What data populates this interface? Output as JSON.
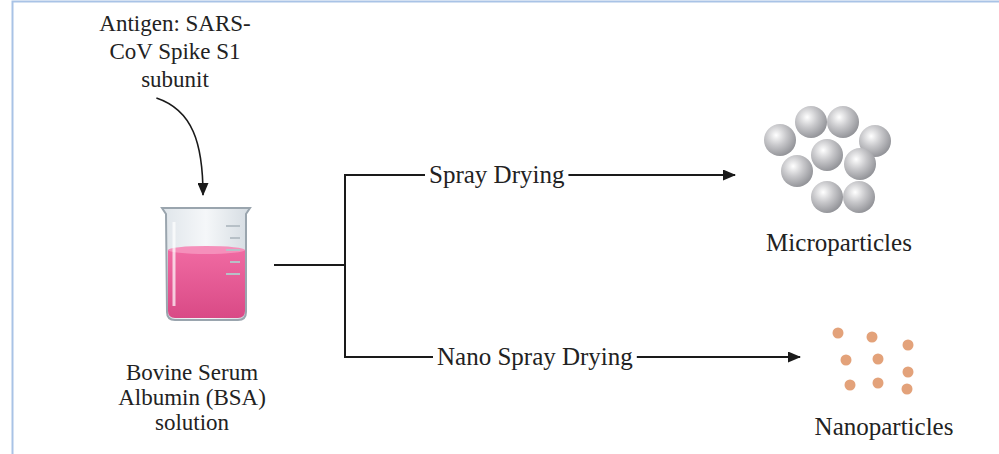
{
  "diagram": {
    "nodes": [
      {
        "text": [
          "Antigen: SARS-CoV Spike S1 subunit"
        ]
      },
      {
        "text": [
          "Bovine Serum Albumin (BSA) solution"
        ]
      },
      {
        "text": [
          "Spray Drying"
        ]
      },
      {
        "text": [
          "Nano Spray Drying"
        ]
      },
      {
        "text": [
          "Microparticles"
        ]
      },
      {
        "text": [
          "Nanoparticles"
        ]
      }
    ],
    "edges": [
      {
        "from": 0,
        "to": 1,
        "arrow": "to"
      },
      {
        "from": 1,
        "to": 2,
        "arrow": "none"
      },
      {
        "from": 1,
        "to": 3,
        "arrow": "none"
      },
      {
        "from": 2,
        "to": 4,
        "arrow": "to"
      },
      {
        "from": 3,
        "to": 5,
        "arrow": "to"
      }
    ]
  }
}
